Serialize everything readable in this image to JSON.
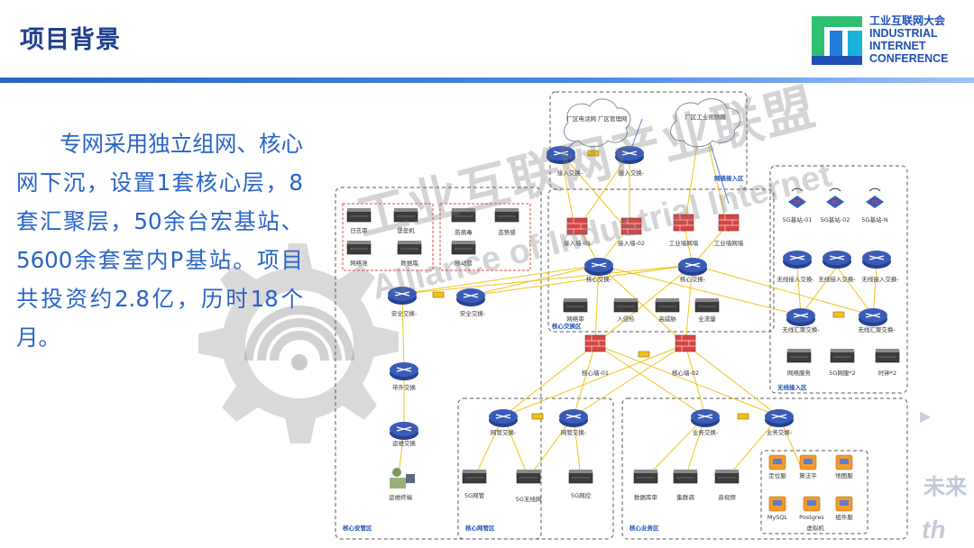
{
  "header": {
    "title": "项目背景",
    "logo_cn": "工业互联网大会",
    "logo_en": [
      "INDUSTRIAL",
      "INTERNET",
      "CONFERENCE"
    ]
  },
  "body_text": "专网采用独立组网、核心网下沉，设置1套核心层，8套汇聚层，50余台宏基站、5600余套室内P基站。项目共投资约2.8亿，历时18个月。",
  "watermark": {
    "cn": "工业互联网产业联盟",
    "en": "Alliance of Industrial Internet"
  },
  "edge_fragments": {
    "right_cn": "未来",
    "right_en": "th"
  },
  "diagram": {
    "clouds": [
      "厂区电话网 厂区管理网",
      "厂区工业视频网"
    ],
    "top_switches": [
      "接入交换-",
      "接入交换-"
    ],
    "zones": {
      "center": "核心交换区",
      "wireless": "无线接入区",
      "security": "核心安管区",
      "network_mgmt": "核心网管区",
      "business": "核心业务区",
      "top_tag": "网络接入区"
    },
    "firewalls_row": [
      "接入墙-01",
      "接入墙-02",
      "工业墙网墙",
      "工业墙网墙"
    ],
    "core_switches": [
      "核心交换-",
      "核心交换-"
    ],
    "center_devices": [
      "网络审",
      "入侵检",
      "高威胁",
      "全流量"
    ],
    "core_walls": [
      "核心墙-01",
      "核心墙-02"
    ],
    "base_stations": [
      "5G基站-01",
      "5G基站-02",
      "5G基站-N"
    ],
    "wireless_switches": [
      "无线接入交换-",
      "无线接入交换-",
      "无线接入交换-"
    ],
    "wireless_agg": [
      "无线汇聚交换-",
      "无线汇聚交换-"
    ],
    "wireless_servers": [
      "网络服务",
      "5G网服*2",
      "时钟*2"
    ],
    "security_devices": [
      "日志审",
      "堡垒机",
      "网络准",
      "数据库",
      "防病毒",
      "态势感",
      "移动管"
    ],
    "security_switches": [
      "安全交换-",
      "安全交换-",
      "带外交换",
      "运维交换",
      "运维终端"
    ],
    "mgmt_switches": [
      "网管交换-",
      "网管交换-"
    ],
    "mgmt_servers": [
      "5G网管",
      "5G无线网",
      "5G网控"
    ],
    "biz_switches": [
      "业务交换-",
      "业务交换-"
    ],
    "biz_servers": [
      "数据库审",
      "集群调",
      "音视频"
    ],
    "vm_items": [
      "定位服",
      "算法平",
      "地图服",
      "MySQL",
      "Postgres",
      "组件服"
    ],
    "vm_label": "虚拟机"
  },
  "colors": {
    "title": "#1f3f8f",
    "body_text": "#2a63c8",
    "switch": "#3a5bb8",
    "link_line": "#f0c21a",
    "firewall": "#d64545"
  }
}
